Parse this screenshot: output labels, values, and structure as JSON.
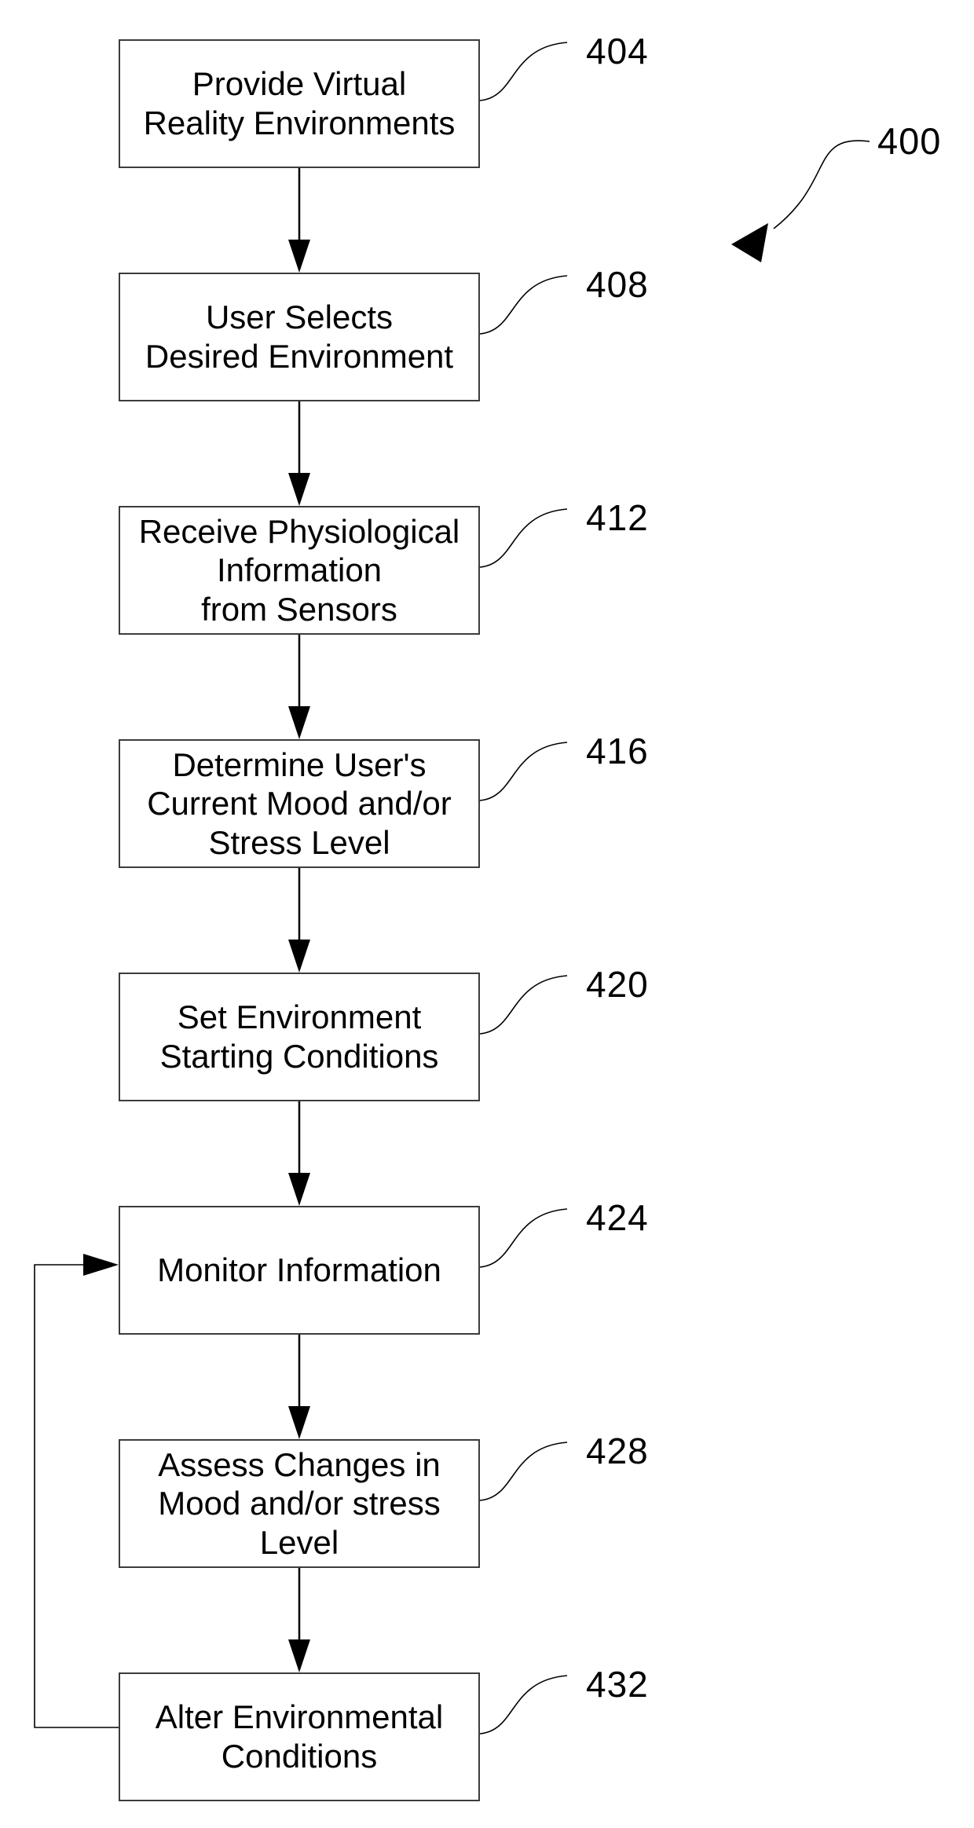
{
  "figure": {
    "ref_label": "400",
    "boxes": [
      {
        "ref": "404",
        "lines": [
          "Provide Virtual",
          "Reality Environments"
        ]
      },
      {
        "ref": "408",
        "lines": [
          "User Selects",
          "Desired Environment"
        ]
      },
      {
        "ref": "412",
        "lines": [
          "Receive Physiological",
          "Information",
          "from Sensors"
        ]
      },
      {
        "ref": "416",
        "lines": [
          "Determine User's",
          "Current Mood and/or",
          "Stress Level"
        ]
      },
      {
        "ref": "420",
        "lines": [
          "Set Environment",
          "Starting Conditions"
        ]
      },
      {
        "ref": "424",
        "lines": [
          "Monitor Information"
        ]
      },
      {
        "ref": "428",
        "lines": [
          "Assess Changes in",
          "Mood and/or stress",
          "Level"
        ]
      },
      {
        "ref": "432",
        "lines": [
          "Alter Environmental",
          "Conditions"
        ]
      }
    ],
    "icons": {
      "flow_arrow": "filled-triangle-down",
      "loop_arrow": "filled-triangle-right",
      "figure_pointer": "filled-triangle-left"
    },
    "colors": {
      "ink": "#000000",
      "paper": "#ffffff"
    }
  }
}
